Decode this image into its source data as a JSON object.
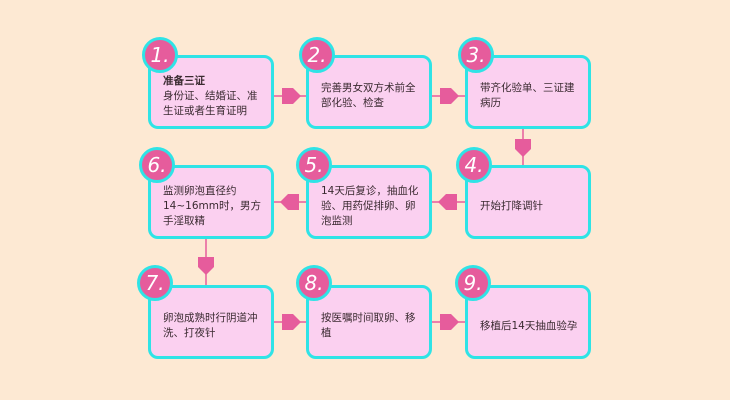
{
  "colors": {
    "background": "#fde9d3",
    "box_fill": "#fbd0f0",
    "box_border": "#2fe3e6",
    "badge_fill": "#e65c9c",
    "arrow": "#e65c9c"
  },
  "steps": [
    {
      "number": "1.",
      "title": "准备三证",
      "text": "身份证、结婚证、准生证或者生育证明"
    },
    {
      "number": "2.",
      "title": "",
      "text": "完善男女双方术前全部化验、检查"
    },
    {
      "number": "3.",
      "title": "",
      "text": "带齐化验单、三证建病历"
    },
    {
      "number": "4.",
      "title": "",
      "text": "开始打降调针"
    },
    {
      "number": "5.",
      "title": "",
      "text": "14天后复诊，抽血化验、用药促排卵、卵泡监测"
    },
    {
      "number": "6.",
      "title": "",
      "text": "监测卵泡直径约14~16mm时，男方手淫取精"
    },
    {
      "number": "7.",
      "title": "",
      "text": "卵泡成熟时行阴道冲洗、打夜针"
    },
    {
      "number": "8.",
      "title": "",
      "text": "按医嘱时间取卵、移植"
    },
    {
      "number": "9.",
      "title": "",
      "text": "移植后14天抽血验孕"
    }
  ],
  "flow": [
    {
      "from": "1",
      "to": "2",
      "direction": "right"
    },
    {
      "from": "2",
      "to": "3",
      "direction": "right"
    },
    {
      "from": "3",
      "to": "4",
      "direction": "down"
    },
    {
      "from": "4",
      "to": "5",
      "direction": "left"
    },
    {
      "from": "5",
      "to": "6",
      "direction": "left"
    },
    {
      "from": "6",
      "to": "7",
      "direction": "down"
    },
    {
      "from": "7",
      "to": "8",
      "direction": "right"
    },
    {
      "from": "8",
      "to": "9",
      "direction": "right"
    }
  ]
}
